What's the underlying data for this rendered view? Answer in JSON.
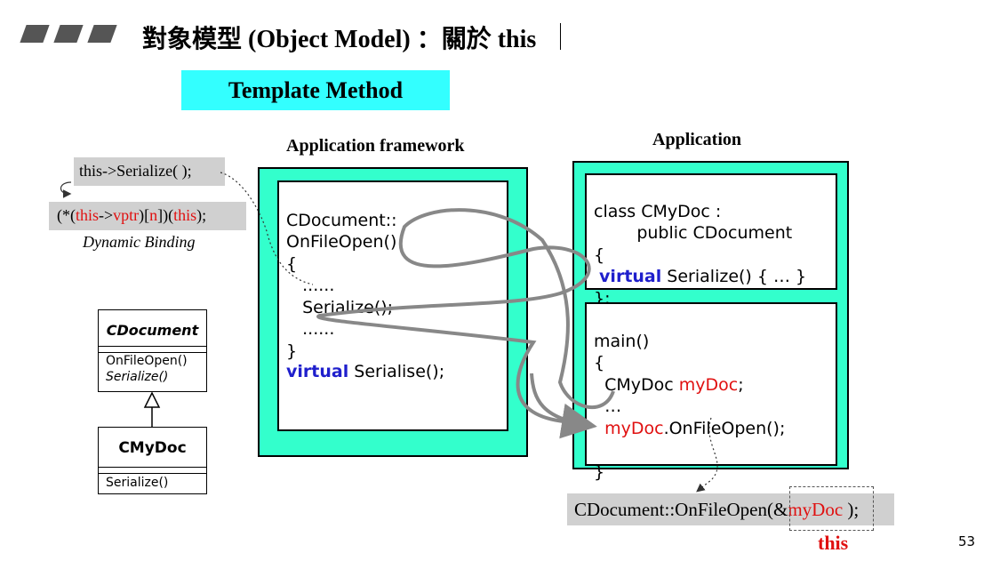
{
  "slide": {
    "title": "對象模型 (Object Model) ：關於 this",
    "subtitle_box": "Template Method",
    "page_number": "53"
  },
  "framework": {
    "heading": "Application framework",
    "code_lines": [
      "CDocument::",
      "OnFileOpen()",
      "{",
      "   ......",
      "   Serialize();",
      "   ......",
      "}"
    ],
    "virtual_keyword": "virtual",
    "virtual_rest": " Serialise();"
  },
  "application": {
    "heading": "Application",
    "class_lines": [
      "class CMyDoc :",
      "        public CDocument",
      "{"
    ],
    "class_virtual_keyword": "virtual",
    "class_virtual_rest": " Serialize() { … }",
    "class_close": "};",
    "main_lines": [
      "main()",
      "{"
    ],
    "main_decl_type": "CMyDoc ",
    "main_decl_var": "myDoc",
    "main_decl_end": ";",
    "main_dots": "…",
    "main_call_var": "myDoc",
    "main_call_rest": ".OnFileOpen();",
    "main_close": "}"
  },
  "binding": {
    "line1": "this->Serialize( );",
    "line2_prefix": "(*(",
    "line2_this": "this",
    "line2_arrow": "->",
    "line2_vptr": "vptr",
    "line2_idx_open": ")[",
    "line2_n": "n",
    "line2_idx_close": "])(",
    "line2_this2": "this",
    "line2_end": ");",
    "label": "Dynamic Binding"
  },
  "uml": {
    "base_name": "CDocument",
    "base_method1": "OnFileOpen()",
    "base_method2": "Serialize()",
    "derived_name": "CMyDoc",
    "derived_method": "Serialize()"
  },
  "bottom_call": {
    "prefix": "CDocument::OnFileOpen(",
    "amp": "&",
    "arg": "myDoc",
    "suffix": " );",
    "this_label": "this"
  },
  "colors": {
    "cyan": "#33ffff",
    "aqua": "#33ffcc",
    "keyword_blue": "#1f1fcc",
    "red": "#e01010",
    "gray_box": "#d0d0d0"
  }
}
